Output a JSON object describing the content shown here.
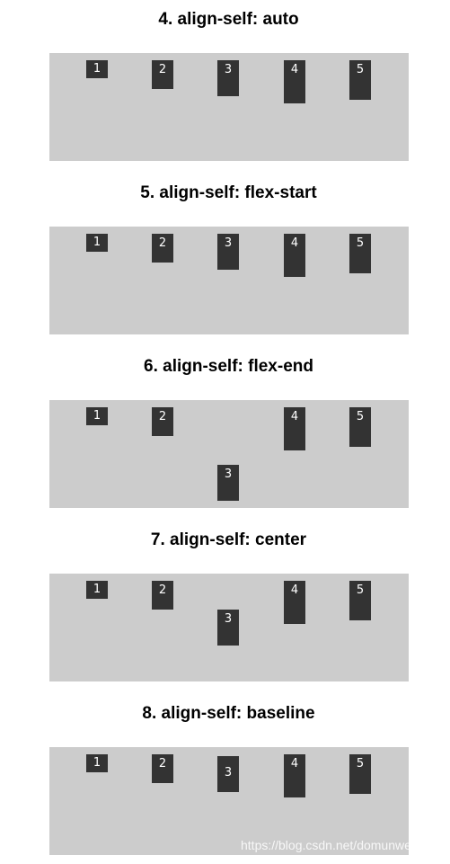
{
  "sections": [
    {
      "title": "4. align-self: auto",
      "items": [
        "1",
        "2",
        "3",
        "4",
        "5"
      ]
    },
    {
      "title": "5. align-self: flex-start",
      "items": [
        "1",
        "2",
        "3",
        "4",
        "5"
      ]
    },
    {
      "title": "6. align-self: flex-end",
      "items": [
        "1",
        "2",
        "3",
        "4",
        "5"
      ]
    },
    {
      "title": "7. align-self: center",
      "items": [
        "1",
        "2",
        "3",
        "4",
        "5"
      ]
    },
    {
      "title": "8. align-self: baseline",
      "items": [
        "1",
        "2",
        "3",
        "4",
        "5"
      ]
    }
  ],
  "watermark": "https://blog.csdn.net/domunweb",
  "colors": {
    "panel": "#cccccc",
    "item": "#333333",
    "item_text": "#ffffff",
    "title": "#000000"
  }
}
